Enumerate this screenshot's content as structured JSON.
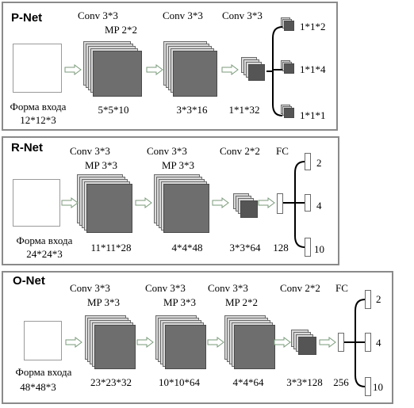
{
  "pnet": {
    "title": "P-Net",
    "input_label_1": "Форма входа",
    "input_label_2": "12*12*3",
    "op1_a": "Conv 3*3",
    "op1_b": "MP 2*2",
    "op2": "Conv 3*3",
    "op3": "Conv 3*3",
    "size1": "5*5*10",
    "size2": "3*3*16",
    "size3": "1*1*32",
    "out1": "1*1*2",
    "out2": "1*1*4",
    "out3": "1*1*1"
  },
  "rnet": {
    "title": "R-Net",
    "input_label_1": "Форма входа",
    "input_label_2": "24*24*3",
    "op1_a": "Conv 3*3",
    "op1_b": "MP 3*3",
    "op2_a": "Conv 3*3",
    "op2_b": "MP 3*3",
    "op3": "Conv 2*2",
    "fc": "FC",
    "size1": "11*11*28",
    "size2": "4*4*48",
    "size3": "3*3*64",
    "fc_size": "128",
    "out1": "2",
    "out2": "4",
    "out3": "10"
  },
  "onet": {
    "title": "O-Net",
    "input_label_1": "Форма входа",
    "input_label_2": "48*48*3",
    "op1_a": "Conv 3*3",
    "op1_b": "MP 3*3",
    "op2_a": "Conv 3*3",
    "op2_b": "MP 3*3",
    "op3_a": "Conv 3*3",
    "op3_b": "MP 2*2",
    "op4": "Conv 2*2",
    "fc": "FC",
    "size1": "23*23*32",
    "size2": "10*10*64",
    "size3": "4*4*64",
    "size4": "3*3*128",
    "fc_size": "256",
    "out1": "2",
    "out2": "4",
    "out3": "10"
  }
}
